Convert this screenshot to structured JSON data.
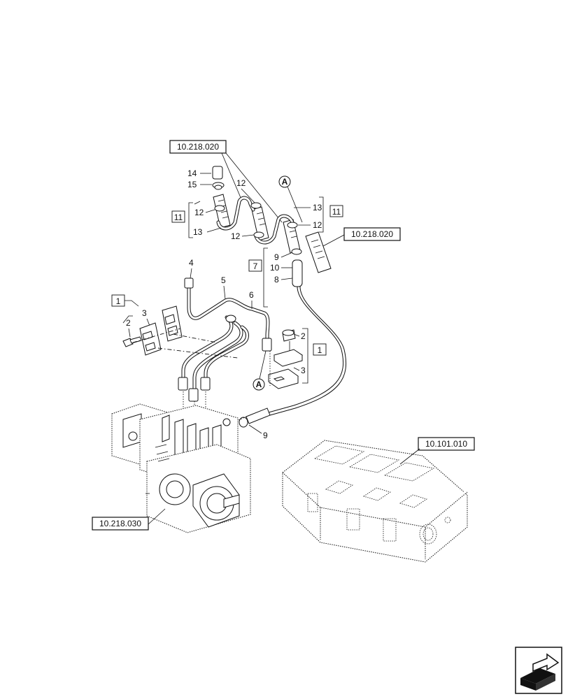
{
  "refs": {
    "top": "10.218.020",
    "right": "10.218.020",
    "pump": "10.218.030",
    "head": "10.101.010"
  },
  "callouts": {
    "c1": "1",
    "c2": "2",
    "c3": "3",
    "c4": "4",
    "c5": "5",
    "c6": "6",
    "c7": "7",
    "c8": "8",
    "c9": "9",
    "c10": "10",
    "c11": "11",
    "c12": "12",
    "c13": "13",
    "c14": "14",
    "c15": "15",
    "a": "A"
  }
}
